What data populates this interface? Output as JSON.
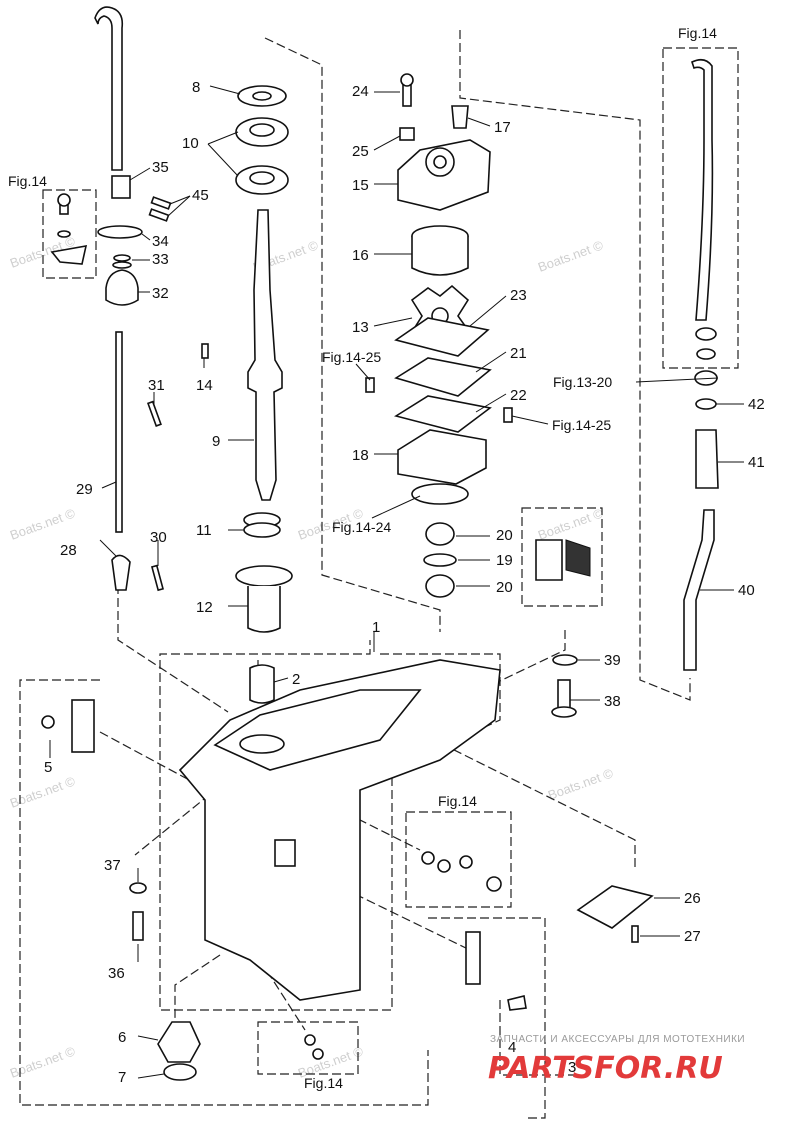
{
  "callouts": [
    "1",
    "2",
    "3",
    "4",
    "5",
    "6",
    "7",
    "8",
    "9",
    "10",
    "11",
    "12",
    "13",
    "14",
    "15",
    "16",
    "17",
    "18",
    "19",
    "20",
    "20",
    "21",
    "22",
    "23",
    "24",
    "25",
    "26",
    "27",
    "28",
    "29",
    "30",
    "31",
    "32",
    "33",
    "34",
    "35",
    "36",
    "37",
    "38",
    "39",
    "40",
    "41",
    "42",
    "45"
  ],
  "figure_refs": {
    "top_left": "Fig.14",
    "top_right": "Fig.14",
    "mid": "Fig.14",
    "bottom": "Fig.14",
    "ref_14_25a": "Fig.14-25",
    "ref_14_25b": "Fig.14-25",
    "ref_14_24": "Fig.14-24",
    "ref_13_20": "Fig.13-20"
  },
  "watermark": "Boats.net ©",
  "brand": {
    "tagline": "ЗАПЧАСТИ И АКСЕССУАРЫ ДЛЯ МОТОТЕХНИКИ",
    "name": "PARTSFOR.RU",
    "color": "#e23a3a"
  }
}
